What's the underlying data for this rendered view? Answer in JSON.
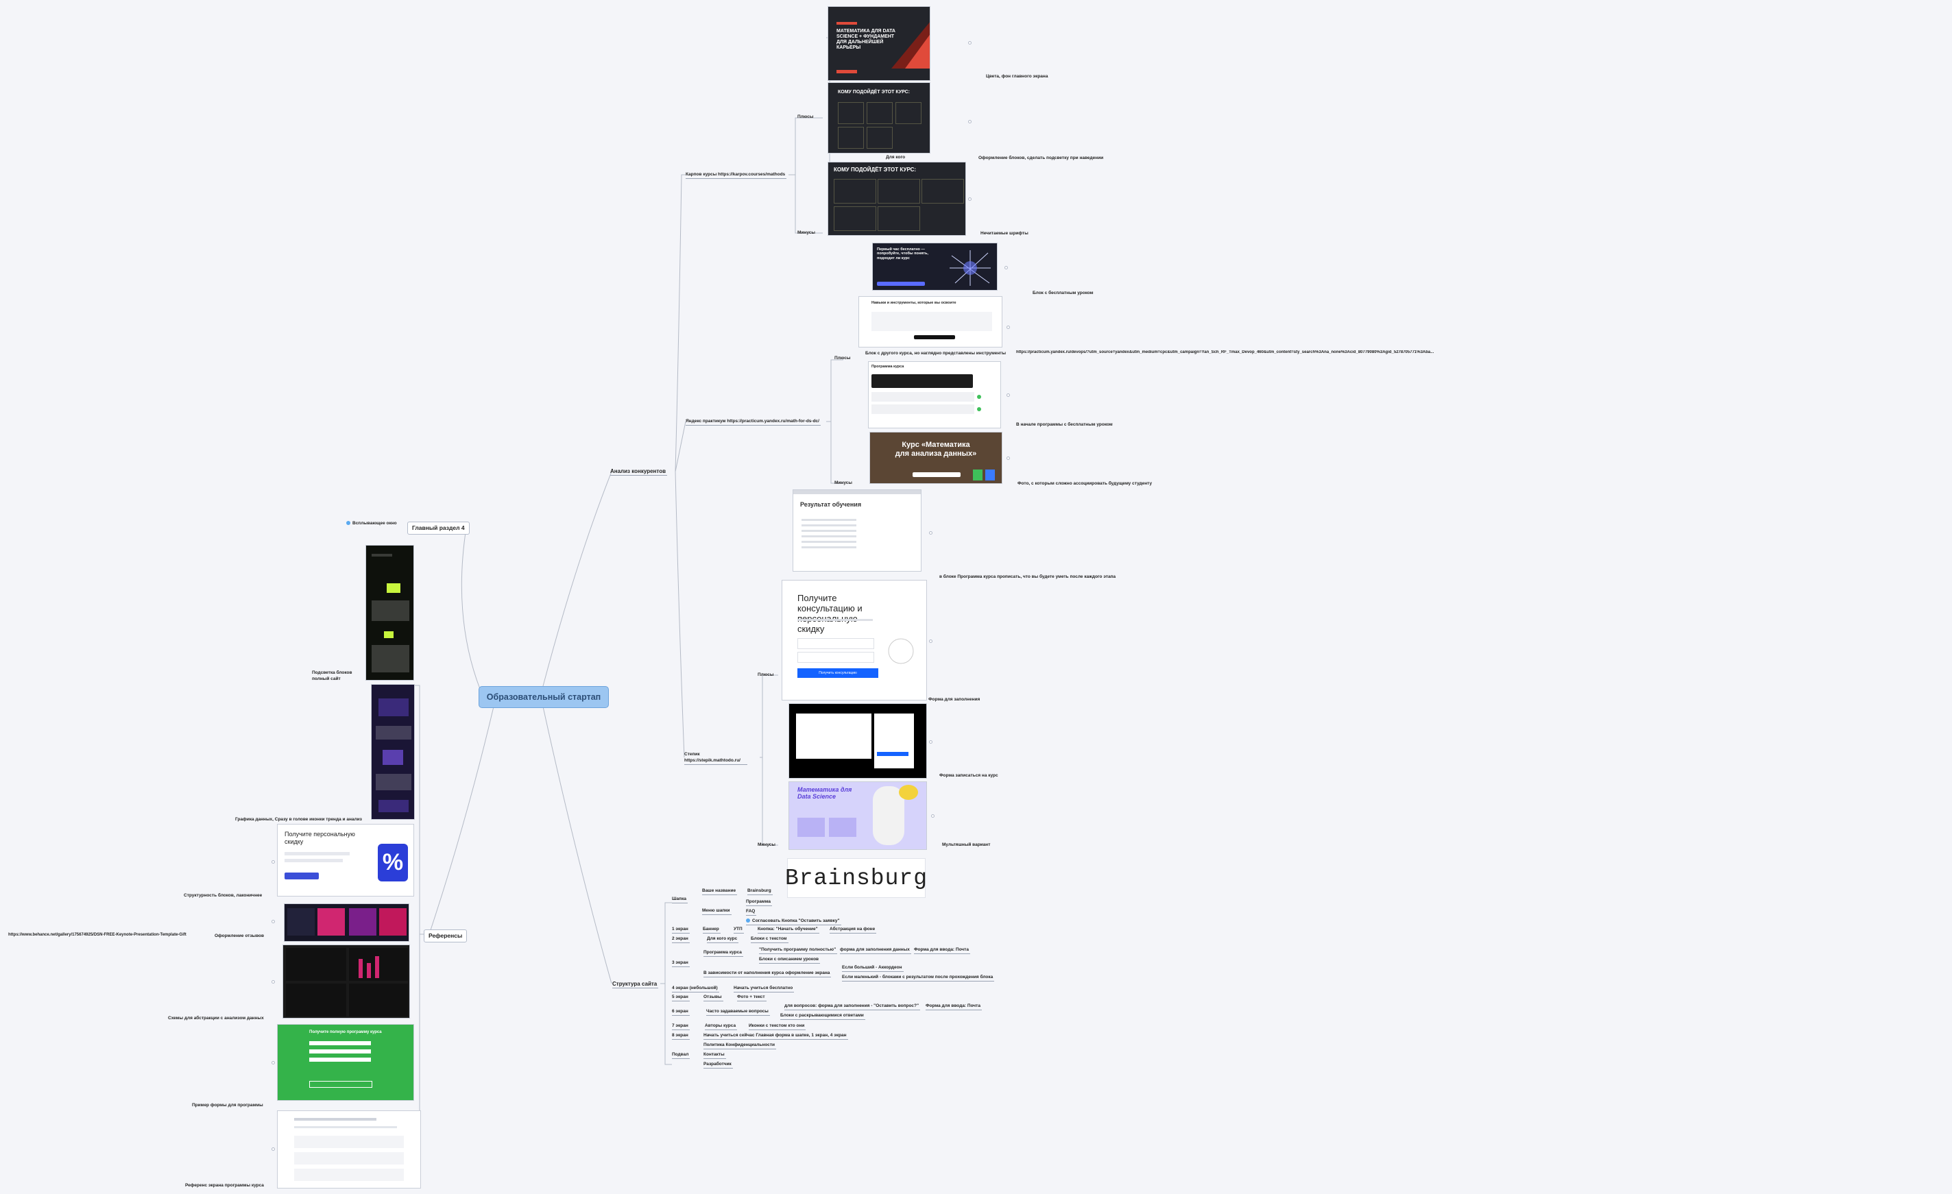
{
  "central": "Образовательный стартап",
  "branches": {
    "competitors": "Анализ конкурентов",
    "structure": "Структура сайта",
    "references": "Референсы",
    "main_section": "Главный раздел 4",
    "popup_window": "Всплывающее окно"
  },
  "competitors": {
    "karpov": {
      "label": "Карпов курсы https://karpov.courses/mathods",
      "plus": "Плюсы",
      "minus": "Минусы",
      "bg_note": "Цвета, фон главного экрана",
      "blocks_note": "Оформление блоков, сделать подсветку при наведении",
      "for_whom": "Для кого",
      "fonts_note": "Нечитаемые шрифты",
      "hero_title": "МАТЕМАТИКА ДЛЯ DATA SCIENCE + ФУНДАМЕНТ ДЛЯ ДАЛЬНЕЙШЕЙ КАРЬЕРЫ",
      "fits_title": "КОМУ ПОДОЙДЁТ ЭТОТ КУРС:"
    },
    "yandex": {
      "label": "Яндекс практикум https://practicum.yandex.ru/math-for-ds-dc/",
      "plus": "Плюсы",
      "minus": "Минусы",
      "free_note": "Блок с бесплатным уроком",
      "tools_note": "Блок с другого курса, но наглядно представлены инструменты",
      "tools_url": "https://practicum.yandex.ru/devops/?utm_source=yandex&utm_medium=cpc&utm_campaign=Yan_Sch_RF_Tmax_Devop_460&utm_content=sty_search%3Ana_none%3Acid_80779080%3Agid_5278705771%3Aba...",
      "program_note": "В начале программы с бесплатным уроком",
      "photo_note": "Фото, с которым сложно ассоциировать будущему студенту",
      "free_title": "Первый час бесплатно — попробуйте, чтобы понять, подходит ли курс",
      "tools_title": "Навыки и инструменты, которые вы освоите",
      "program_title": "Программа курса",
      "course_title": "Курс «Математика для анализа данных»"
    },
    "stepik": {
      "label": "Степик https://stepik.mathtodo.ru/",
      "plus": "Плюсы",
      "minus": "Минусы",
      "result_note": "в блоке Программа курса прописать, что вы будете уметь после каждого этапа",
      "form_note": "Форма для заполнения",
      "enroll_note": "Форма записаться на курс",
      "cartoon_note": "Мультяшный вариант",
      "result_title": "Результат обучения",
      "consult_title": "Получите консультацию и персональную скидку",
      "consult_button": "Получить консультацию",
      "math_title": "Математика для Data Science"
    }
  },
  "structure": {
    "brand_image_text": "Brainsburg",
    "rows": [
      {
        "label": "Шапка",
        "items": [
          "Ваше название",
          "Brainsburg",
          "Меню шапки",
          "Программа",
          "FAQ",
          "Согласовать Кнопка \"Оставить заявку\""
        ]
      },
      {
        "label": "1 экран",
        "items": [
          "Баннер",
          "УТП",
          "Кнопка: \"Начать обучение\"",
          "Абстракция на фоне"
        ]
      },
      {
        "label": "2 экран",
        "items": [
          "Для кого курс",
          "Блоки с текстом"
        ]
      },
      {
        "label": "3 экран",
        "items": [
          "Программа курса",
          "\"Получить программу полностью\"",
          "форма для заполнения данных",
          "Форма для ввода: Почта",
          "Блоки с описанием уроков",
          "В зависимости от наполнения курса оформление экрана",
          "Если больший - Аккордеон",
          "Если маленький - блоками с результатом после прохождения блока"
        ]
      },
      {
        "label": "4 экран (небольшой)",
        "items": [
          "Начать учиться бесплатно"
        ]
      },
      {
        "label": "5 экран",
        "items": [
          "Отзывы",
          "Фото + текст"
        ]
      },
      {
        "label": "6 экран",
        "items": [
          "Часто задаваемые вопросы",
          "для вопросов: форма для заполнения - \"Оставить вопрос?\"",
          "Форма для ввода: Почта",
          "Блоки с раскрывающимися ответами"
        ]
      },
      {
        "label": "7 экран",
        "items": [
          "Авторы курса",
          "Иконки с текстом кто они"
        ]
      },
      {
        "label": "8 экран",
        "items": [
          "Начать учиться сейчас Главная форма в шапке, 1 экран, 4 экран"
        ]
      },
      {
        "label": "Подвал",
        "items": [
          "Политика Конфиденциальности",
          "Контакты",
          "Разработчик"
        ]
      }
    ]
  },
  "references": {
    "full_site": "Подсветка блоков полный сайт",
    "graphs": "Графика данных, Сразу в голове иконки тренда и анализ",
    "structure_blocks": "Структурность блоков, лаконичнее",
    "behance_url": "https://www.behance.net/gallery/175674925/DSN-FREE-Keynote-Presentation-Template-Gift",
    "reviews": "Оформление отзывов",
    "schemes": "Схемы для абстракции с анализом данных",
    "form_example": "Пример формы для программы",
    "program_ref": "Референс экрана программы курса",
    "discount_title": "Получите персональную скидку",
    "percent": "%",
    "green_form_title": "Получите полную программу курса"
  },
  "colors": {
    "central_fill": "#9cc6f1",
    "line": "#b4bac6",
    "dark_thumb": "#23252b",
    "accent_red": "#e04a3a",
    "accent_blue": "#1463ff",
    "green_form": "#34b34a",
    "lime": "#c8f53d",
    "purple": "#3a2a7a"
  }
}
